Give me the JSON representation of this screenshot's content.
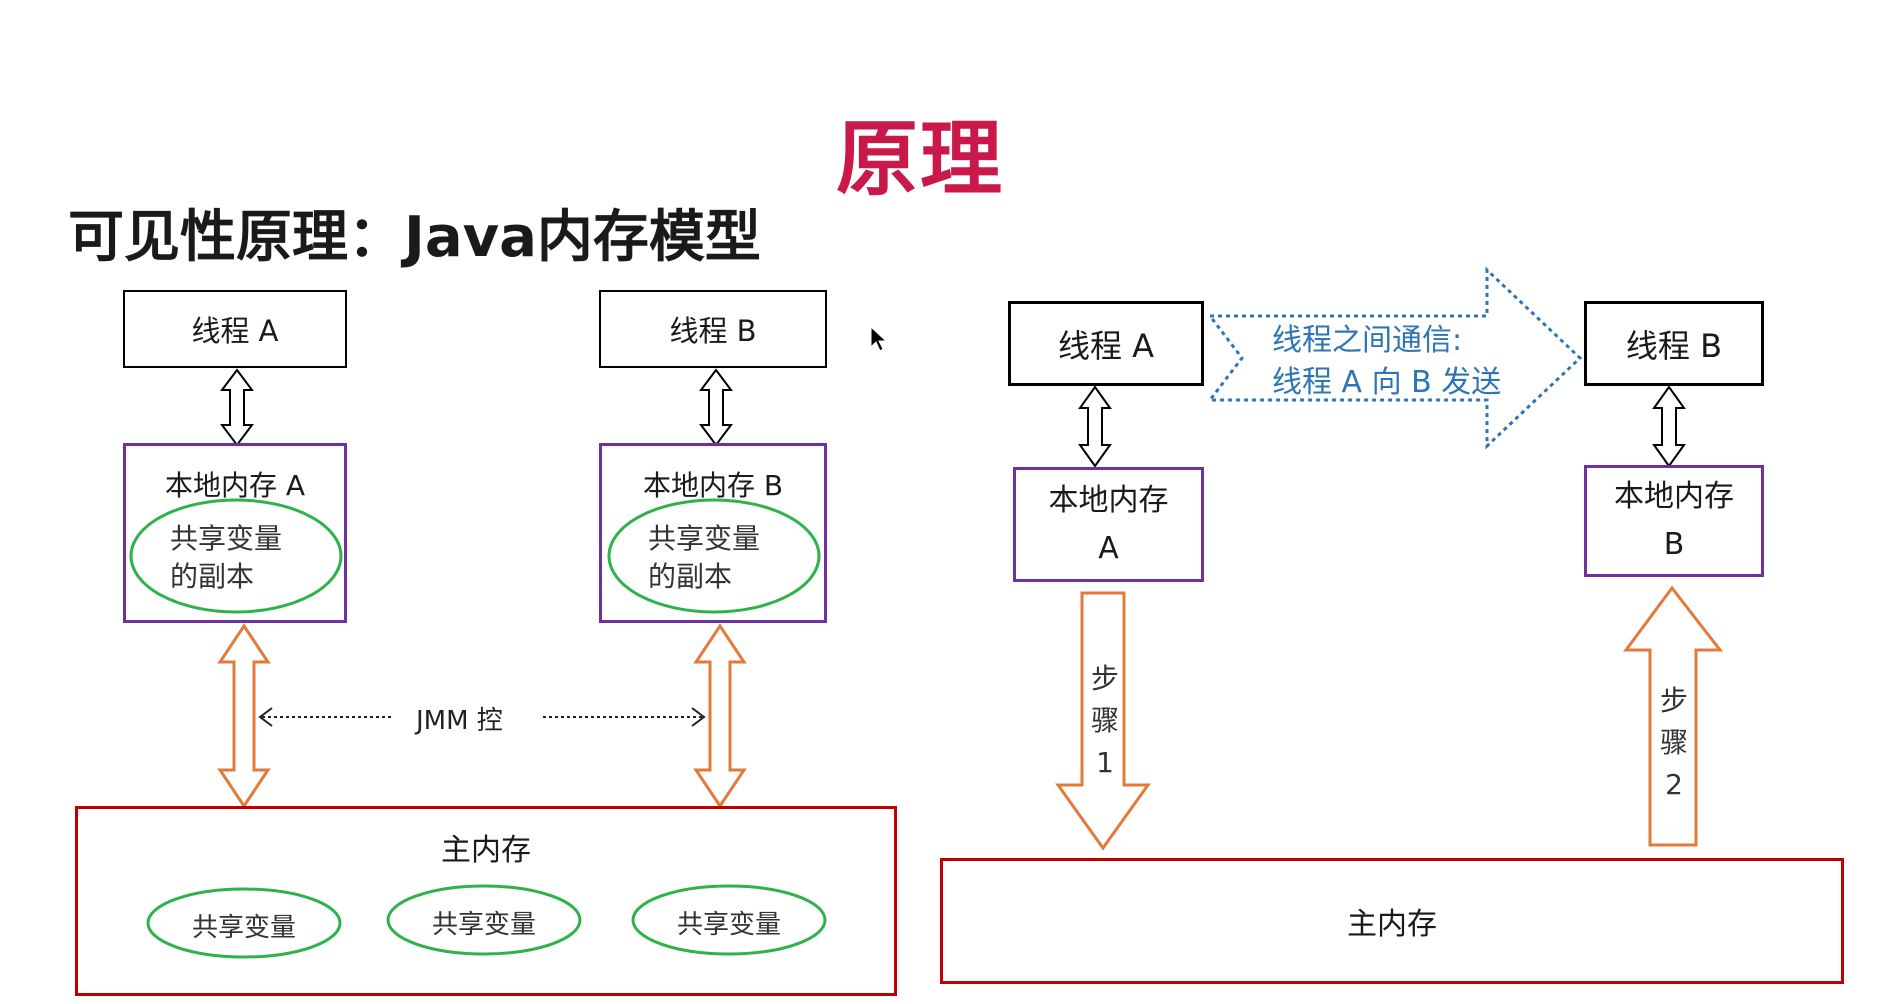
{
  "title": "原理",
  "subtitle": "可见性原理：Java内存模型",
  "left": {
    "thread_a": "线程 A",
    "thread_b": "线程 B",
    "local_a": "本地内存 A",
    "local_b": "本地内存 B",
    "copy_line1": "共享变量",
    "copy_line2": "的副本",
    "jmm": "JMM 控",
    "main": "主内存",
    "shared": [
      "共享变量",
      "共享变量",
      "共享变量"
    ]
  },
  "right": {
    "thread_a": "线程 A",
    "thread_b": "线程 B",
    "comm_line1": "线程之间通信:",
    "comm_line2": "线程 A 向 B 发送",
    "local_a_line1": "本地内存",
    "local_a_line2": "A",
    "local_b_line1": "本地内存",
    "local_b_line2": "B",
    "step1": [
      "步",
      "骤",
      "1"
    ],
    "step2": [
      "步",
      "骤",
      "2"
    ],
    "main": "主内存"
  },
  "colors": {
    "title": "#c9184a",
    "local_border": "#7030a0",
    "main_border": "#c00000",
    "ellipse": "#2db34a",
    "orange_arrow": "#e07b39",
    "comm_arrow": "#2e75b6"
  }
}
